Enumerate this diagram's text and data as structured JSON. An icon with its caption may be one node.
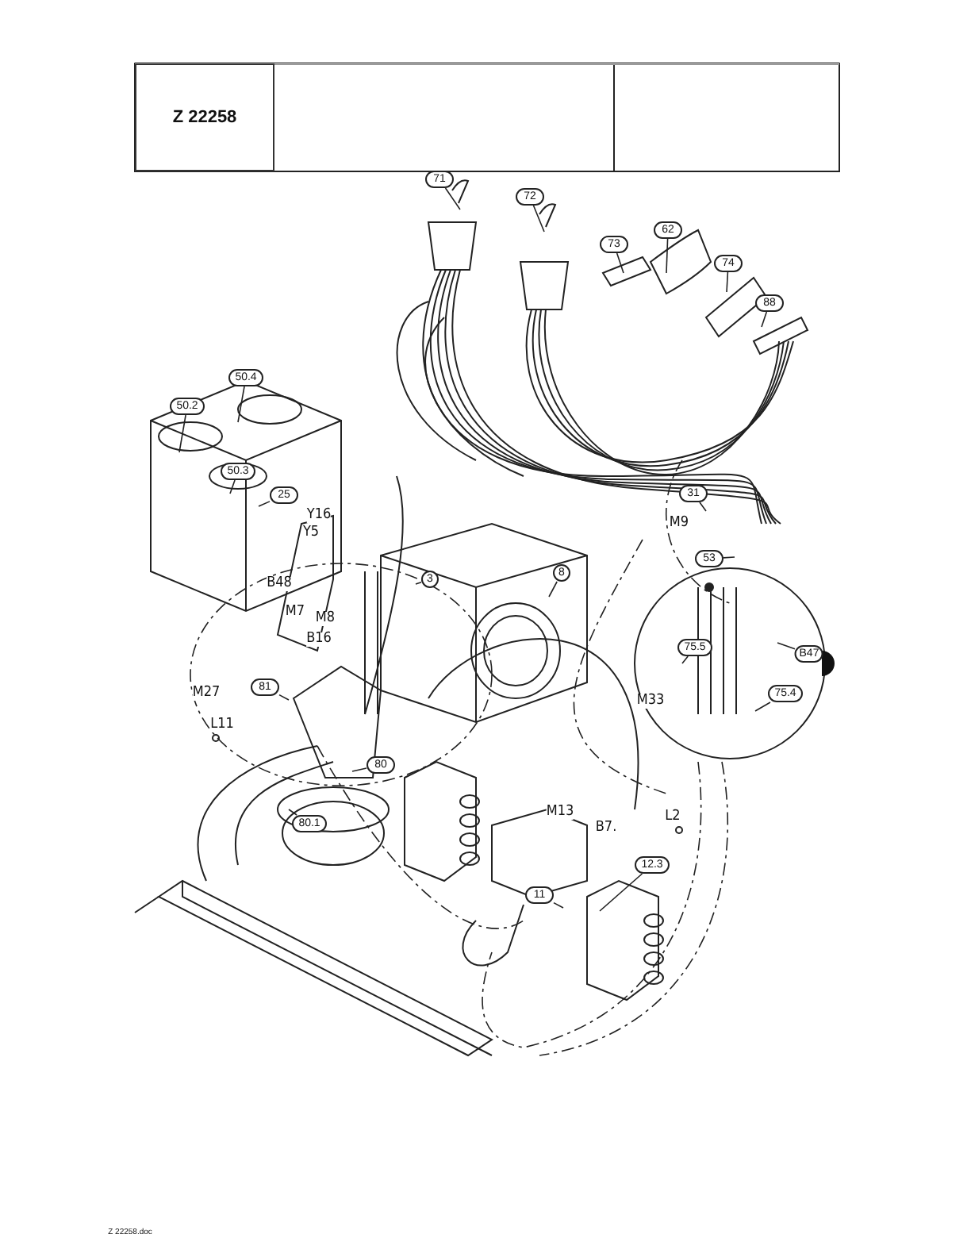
{
  "diagram": {
    "nodes": [
      {
        "text": [
          "Z 22258"
        ]
      },
      {
        "text": [
          "71"
        ]
      },
      {
        "text": [
          "72"
        ]
      },
      {
        "text": [
          "73"
        ]
      },
      {
        "text": [
          "62"
        ]
      },
      {
        "text": [
          "74"
        ]
      },
      {
        "text": [
          "88"
        ]
      },
      {
        "text": [
          "50.4"
        ]
      },
      {
        "text": [
          "50.2"
        ]
      },
      {
        "text": [
          "50.3"
        ]
      },
      {
        "text": [
          "25"
        ]
      },
      {
        "text": [
          "31"
        ]
      },
      {
        "text": [
          "53"
        ]
      },
      {
        "text": [
          "3"
        ]
      },
      {
        "text": [
          "8"
        ]
      },
      {
        "text": [
          "81"
        ]
      },
      {
        "text": [
          "80"
        ]
      },
      {
        "text": [
          "80.1"
        ]
      },
      {
        "text": [
          "75.5"
        ]
      },
      {
        "text": [
          "B47"
        ]
      },
      {
        "text": [
          "75.4"
        ]
      },
      {
        "text": [
          "12.3"
        ]
      },
      {
        "text": [
          "11"
        ]
      }
    ],
    "edges": [
      {
        "from": 1,
        "to": null,
        "arrow": "none"
      },
      {
        "from": 2,
        "to": null,
        "arrow": "none"
      },
      {
        "from": 3,
        "to": null,
        "arrow": "none"
      },
      {
        "from": 4,
        "to": null,
        "arrow": "none"
      },
      {
        "from": 5,
        "to": null,
        "arrow": "none"
      },
      {
        "from": 6,
        "to": null,
        "arrow": "none"
      },
      {
        "from": 7,
        "to": null,
        "arrow": "none"
      },
      {
        "from": 8,
        "to": null,
        "arrow": "none"
      },
      {
        "from": 9,
        "to": null,
        "arrow": "none"
      },
      {
        "from": 10,
        "to": null,
        "arrow": "none"
      },
      {
        "from": 11,
        "to": null,
        "arrow": "none"
      },
      {
        "from": 12,
        "to": null,
        "arrow": "none"
      },
      {
        "from": 13,
        "to": null,
        "arrow": "none"
      },
      {
        "from": 14,
        "to": null,
        "arrow": "none"
      },
      {
        "from": 15,
        "to": null,
        "arrow": "none"
      },
      {
        "from": 16,
        "to": null,
        "arrow": "none"
      },
      {
        "from": 17,
        "to": null,
        "arrow": "none"
      },
      {
        "from": 18,
        "to": null,
        "arrow": "none"
      },
      {
        "from": 19,
        "to": null,
        "arrow": "none"
      },
      {
        "from": 20,
        "to": null,
        "arrow": "none"
      },
      {
        "from": 21,
        "to": null,
        "arrow": "none"
      },
      {
        "from": 22,
        "to": null,
        "arrow": "none"
      }
    ],
    "labels": [
      "Y16",
      "Y5",
      "M9",
      "B48",
      "M7",
      "M8",
      "B16",
      "M27",
      "M33",
      "L11",
      "M13",
      "B7.",
      "L2",
      "Z 22258.doc"
    ]
  }
}
